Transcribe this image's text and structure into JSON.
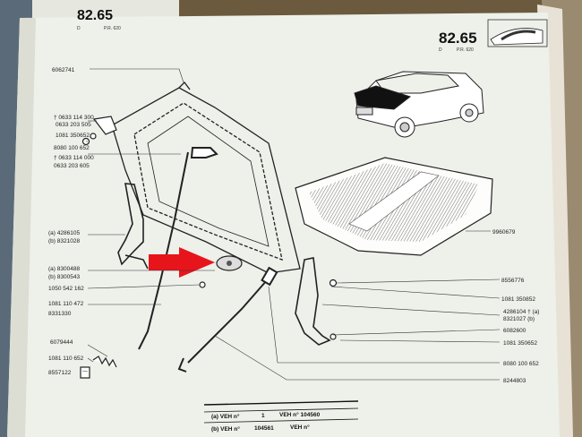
{
  "page": {
    "number": "82.65",
    "number_left": "82.65",
    "ref_left_d": "D",
    "ref_left_pr": "P.R. 620",
    "ref_d": "D",
    "ref_pr": "P.R. 620"
  },
  "labels_left": [
    {
      "id": "l1",
      "text": "6062741"
    },
    {
      "id": "l2",
      "text": "† 0633 114 300"
    },
    {
      "id": "l3",
      "text": "0633 203 505"
    },
    {
      "id": "l4",
      "text": "1081 350652"
    },
    {
      "id": "l5",
      "text": "8080 100 652"
    },
    {
      "id": "l6",
      "text": "† 0633 114 000"
    },
    {
      "id": "l7",
      "text": "0633 203 605"
    },
    {
      "id": "l8",
      "text": "(a) 4286105"
    },
    {
      "id": "l9",
      "text": "(b) 8321028"
    },
    {
      "id": "l10",
      "text": "(a) 8300488"
    },
    {
      "id": "l11",
      "text": "(b) 8300543"
    },
    {
      "id": "l12",
      "text": "1050 542 162"
    },
    {
      "id": "l13",
      "text": "1081 110 472"
    },
    {
      "id": "l14",
      "text": "8331330"
    },
    {
      "id": "l15",
      "text": "6079444"
    },
    {
      "id": "l16",
      "text": "1081 110 652"
    },
    {
      "id": "l17",
      "text": "8557122"
    }
  ],
  "labels_right": [
    {
      "id": "r1",
      "text": "9960679"
    },
    {
      "id": "r2",
      "text": "8556776"
    },
    {
      "id": "r3",
      "text": "1081 350852"
    },
    {
      "id": "r4",
      "text": "4286104 † (a)"
    },
    {
      "id": "r5",
      "text": "8321027 (b)"
    },
    {
      "id": "r6",
      "text": "6082600"
    },
    {
      "id": "r7",
      "text": "1081 350652"
    },
    {
      "id": "r8",
      "text": "8080 100 652"
    },
    {
      "id": "r9",
      "text": "8244803"
    }
  ],
  "table": {
    "row1_a": "(a) VEH n°",
    "row1_b": "1",
    "row1_c": "VEH n° 104560",
    "row2_a": "(b) VEH n°",
    "row2_b": "104561",
    "row2_c": "VEH n°"
  },
  "colors": {
    "paper": "#eef0ea",
    "ink": "#222222",
    "arrow": "#e8141c",
    "background": "#6b5a3e"
  }
}
